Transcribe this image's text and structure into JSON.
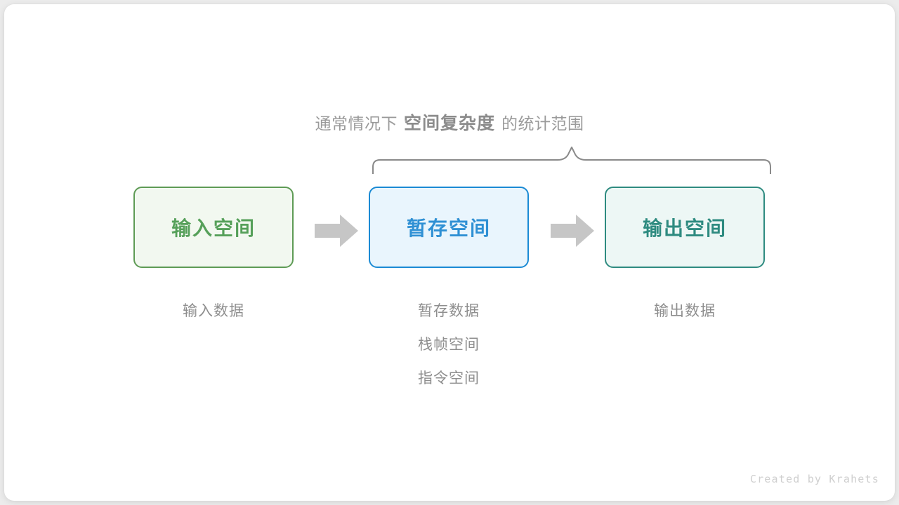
{
  "canvas": {
    "background": "#ececec",
    "card_background": "#ffffff"
  },
  "caption": {
    "prefix": "通常情况下",
    "emphasis": "空间复杂度",
    "suffix": "的统计范围",
    "color": "#9a9a9a",
    "emphasis_color": "#8c8c8c"
  },
  "brace": {
    "name": "curly-brace-span",
    "color": "#8a8a8a",
    "covers": [
      "暂存空间",
      "输出空间"
    ]
  },
  "boxes": [
    {
      "label": "输入空间",
      "fill": "#f2f8f0",
      "border": "#5e9b55",
      "text_color": "#56a05a",
      "sub_labels": [
        "输入数据"
      ]
    },
    {
      "label": "暂存空间",
      "fill": "#e9f5fd",
      "border": "#1a8ad4",
      "text_color": "#2f90d4",
      "sub_labels": [
        "暂存数据",
        "栈帧空间",
        "指令空间"
      ]
    },
    {
      "label": "输出空间",
      "fill": "#edf7f5",
      "border": "#2e8b80",
      "text_color": "#2e8b80",
      "sub_labels": [
        "输出数据"
      ]
    }
  ],
  "arrows": [
    {
      "name": "arrow-input-to-temp",
      "color": "#c6c6c6",
      "direction": "right"
    },
    {
      "name": "arrow-temp-to-output",
      "color": "#c6c6c6",
      "direction": "right"
    }
  ],
  "credit": {
    "text": "Created by Krahets",
    "color": "#cfcfcf"
  }
}
